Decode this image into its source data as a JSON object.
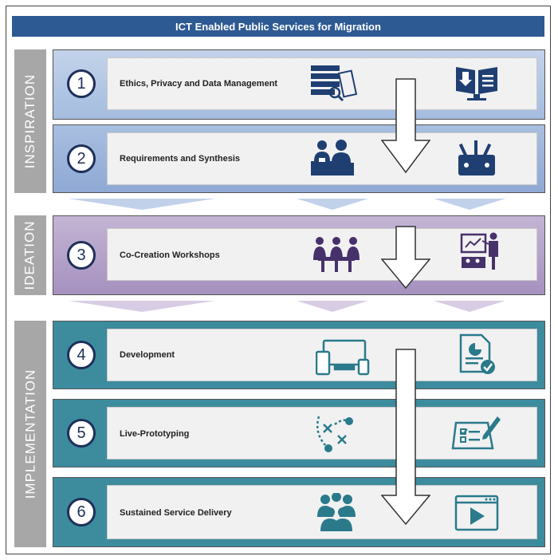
{
  "title": "ICT Enabled Public Services for Migration",
  "phases": {
    "inspiration": "INSPIRATION",
    "ideation": "IDEATION",
    "implementation": "IMPLEMENTATION"
  },
  "steps": [
    {
      "num": "1",
      "label": "Ethics, Privacy and Data Management"
    },
    {
      "num": "2",
      "label": "Requirements and Synthesis"
    },
    {
      "num": "3",
      "label": "Co-Creation Workshops"
    },
    {
      "num": "4",
      "label": "Development"
    },
    {
      "num": "5",
      "label": "Live-Prototyping"
    },
    {
      "num": "6",
      "label": "Sustained Service Delivery"
    }
  ],
  "colors": {
    "title_bar": "#2e5a93",
    "inspiration_band": "#a9bfdf",
    "inspiration_icon": "#1f3f73",
    "ideation_band": "#b19dc4",
    "ideation_icon": "#47316b",
    "implementation_band": "#3a8a9c",
    "implementation_icon": "#2a7a8c",
    "phase_label": "#a7a7a7"
  },
  "icons": {
    "step1_left": "documents-search-icon",
    "step1_right": "book-download-monitor-icon",
    "step2_left": "meeting-people-icon",
    "step2_right": "toolbox-icon",
    "step3_left": "workshop-table-icon",
    "step3_right": "presentation-icon",
    "step4_left": "multi-device-icon",
    "step4_right": "report-checked-icon",
    "step5_left": "strategy-play-icon",
    "step5_right": "checklist-pen-icon",
    "step6_left": "community-group-icon",
    "step6_right": "video-player-icon"
  }
}
